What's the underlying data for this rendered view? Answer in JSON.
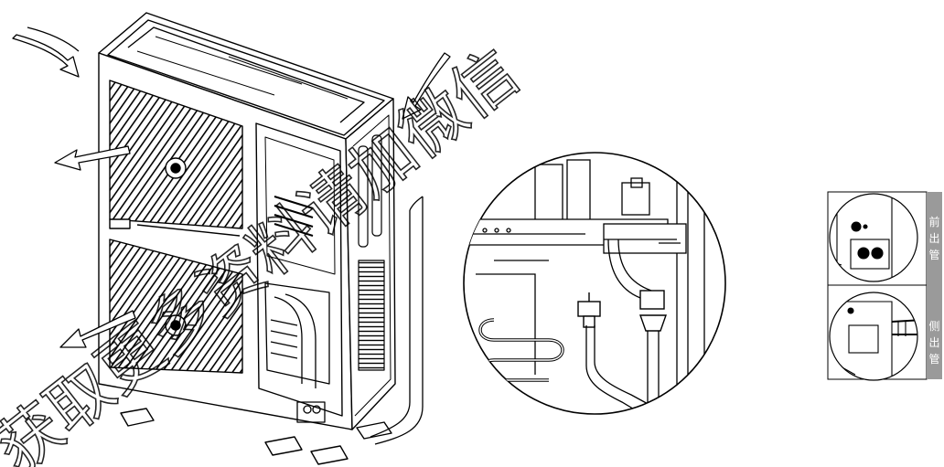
{
  "legend": {
    "front": {
      "label": "前出管",
      "chars": [
        "前",
        "出",
        "管"
      ]
    },
    "side": {
      "label": "侧出管",
      "chars": [
        "侧",
        "出",
        "管"
      ]
    }
  },
  "watermark": {
    "text": "获取更多资料请加微信"
  },
  "colors": {
    "line": "#000000",
    "tab": "#9a9a9a",
    "tab_text": "#ffffff",
    "background": "#ffffff"
  }
}
